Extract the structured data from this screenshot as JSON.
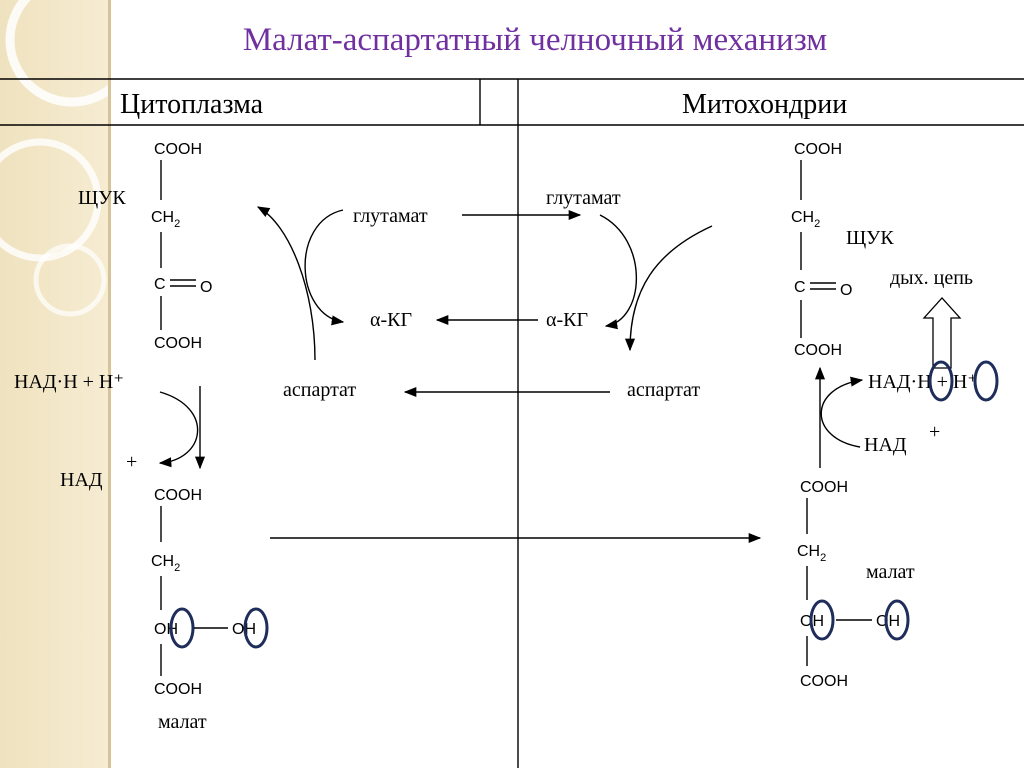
{
  "title": "Малат-аспартатный челночный механизм",
  "headers": {
    "cytoplasm": "Цитоплазма",
    "mitochondria": "Митохондрии"
  },
  "chem": {
    "cooh": "COOH",
    "ch2_base": "CH",
    "ch2_sub": "2",
    "c": "C",
    "o": "O",
    "oh": "OH"
  },
  "labels": {
    "shchuk_left": "ЩУК",
    "shchuk_right": "ЩУК",
    "glutamate_left": "глутамат",
    "glutamate_right": "глутамат",
    "akg_left": "α-КГ",
    "akg_right": "α-КГ",
    "aspartate_left": "аспартат",
    "aspartate_right": "аспартат",
    "nadh_left": "НАД·Н + Н⁺",
    "nad_left": "НАД",
    "nad_left_plus": "+",
    "nadh_right": "НАД·Н + Н⁺",
    "nad_right": "НАД",
    "nad_right_plus": "+",
    "resp_chain": "дых. цепь",
    "malate_left": "малат",
    "malate_right": "малат"
  }
}
